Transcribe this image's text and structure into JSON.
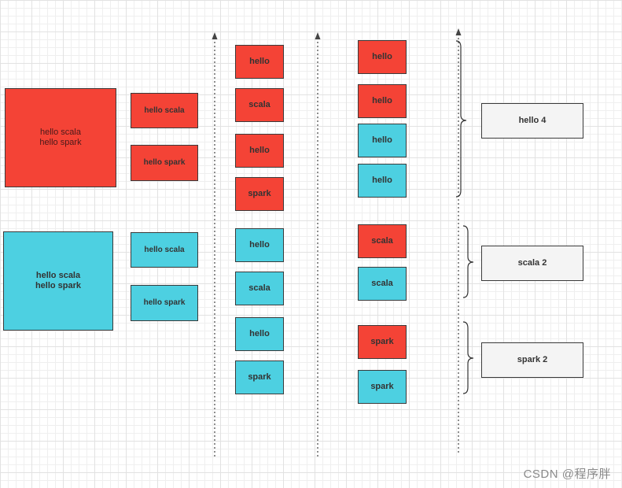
{
  "input_blocks": [
    {
      "line1": "hello scala",
      "line2": "hello spark"
    },
    {
      "line1": "hello scala",
      "line2": "hello spark"
    }
  ],
  "split_lines": [
    "hello scala",
    "hello spark",
    "hello scala",
    "hello spark"
  ],
  "map_words": [
    "hello",
    "scala",
    "hello",
    "spark",
    "hello",
    "scala",
    "hello",
    "spark"
  ],
  "shuffle_words": [
    "hello",
    "hello",
    "hello",
    "hello",
    "scala",
    "scala",
    "spark",
    "spark"
  ],
  "results": [
    "hello 4",
    "scala 2",
    "spark 2"
  ],
  "watermark": "CSDN @程序胖",
  "colors": {
    "red": "#f44336",
    "cyan": "#4dd0e1",
    "gray": "#f4f4f4"
  }
}
